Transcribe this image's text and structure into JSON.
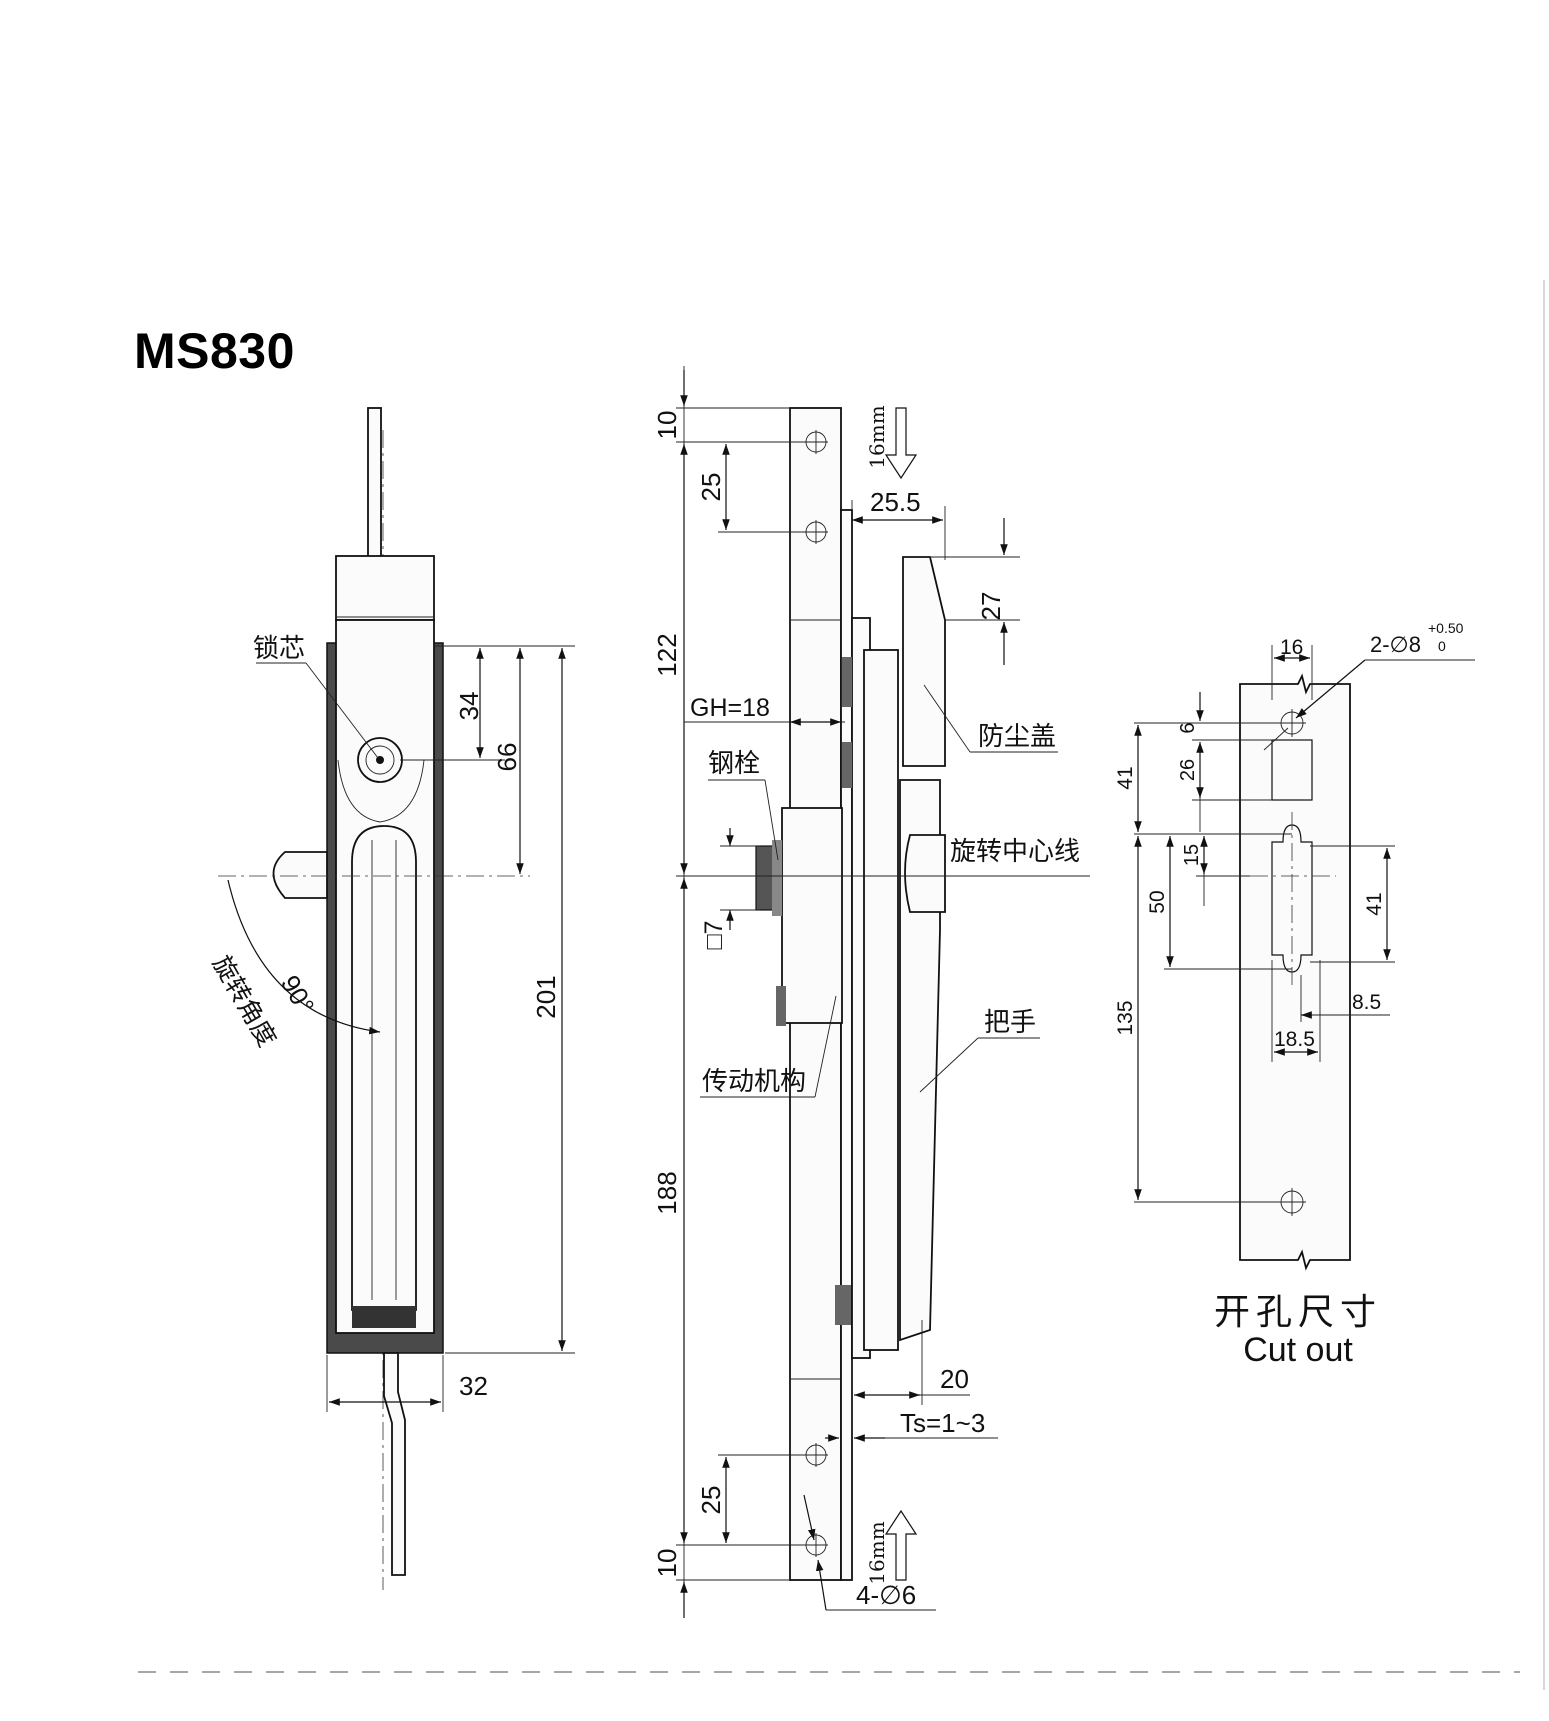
{
  "model": "MS830",
  "front_view": {
    "labels": {
      "lock_core": "锁芯",
      "rotation_angle": "旋转角度"
    },
    "dims": {
      "angle": "90°",
      "d34": "34",
      "d66": "66",
      "d201": "201",
      "d32": "32"
    }
  },
  "side_view": {
    "labels": {
      "steel_bolt": "钢栓",
      "dust_cover": "防尘盖",
      "rotation_center": "旋转中心线",
      "transmission": "传动机构",
      "handle": "把手"
    },
    "dims": {
      "top10": "10",
      "top25": "25",
      "d122": "122",
      "gh": "GH=18",
      "sq7": "□7",
      "d188": "188",
      "bot25": "25",
      "bot10": "10",
      "d25_5": "25.5",
      "d27": "27",
      "d20": "20",
      "ts": "Ts=1~3",
      "holes": "4-∅6",
      "arrow_top": "16mm",
      "arrow_bottom": "16mm"
    }
  },
  "cutout": {
    "caption_cn": "开孔尺寸",
    "caption_en": "Cut out",
    "dims": {
      "d16": "16",
      "holes": "2-∅8",
      "tol_upper": "+0.50",
      "tol_lower": "0",
      "d6": "6",
      "d26": "26",
      "d41_left": "41",
      "d15": "15",
      "d50": "50",
      "d41_right": "41",
      "d8_5": "8.5",
      "d18_5": "18.5",
      "d135": "135"
    }
  }
}
